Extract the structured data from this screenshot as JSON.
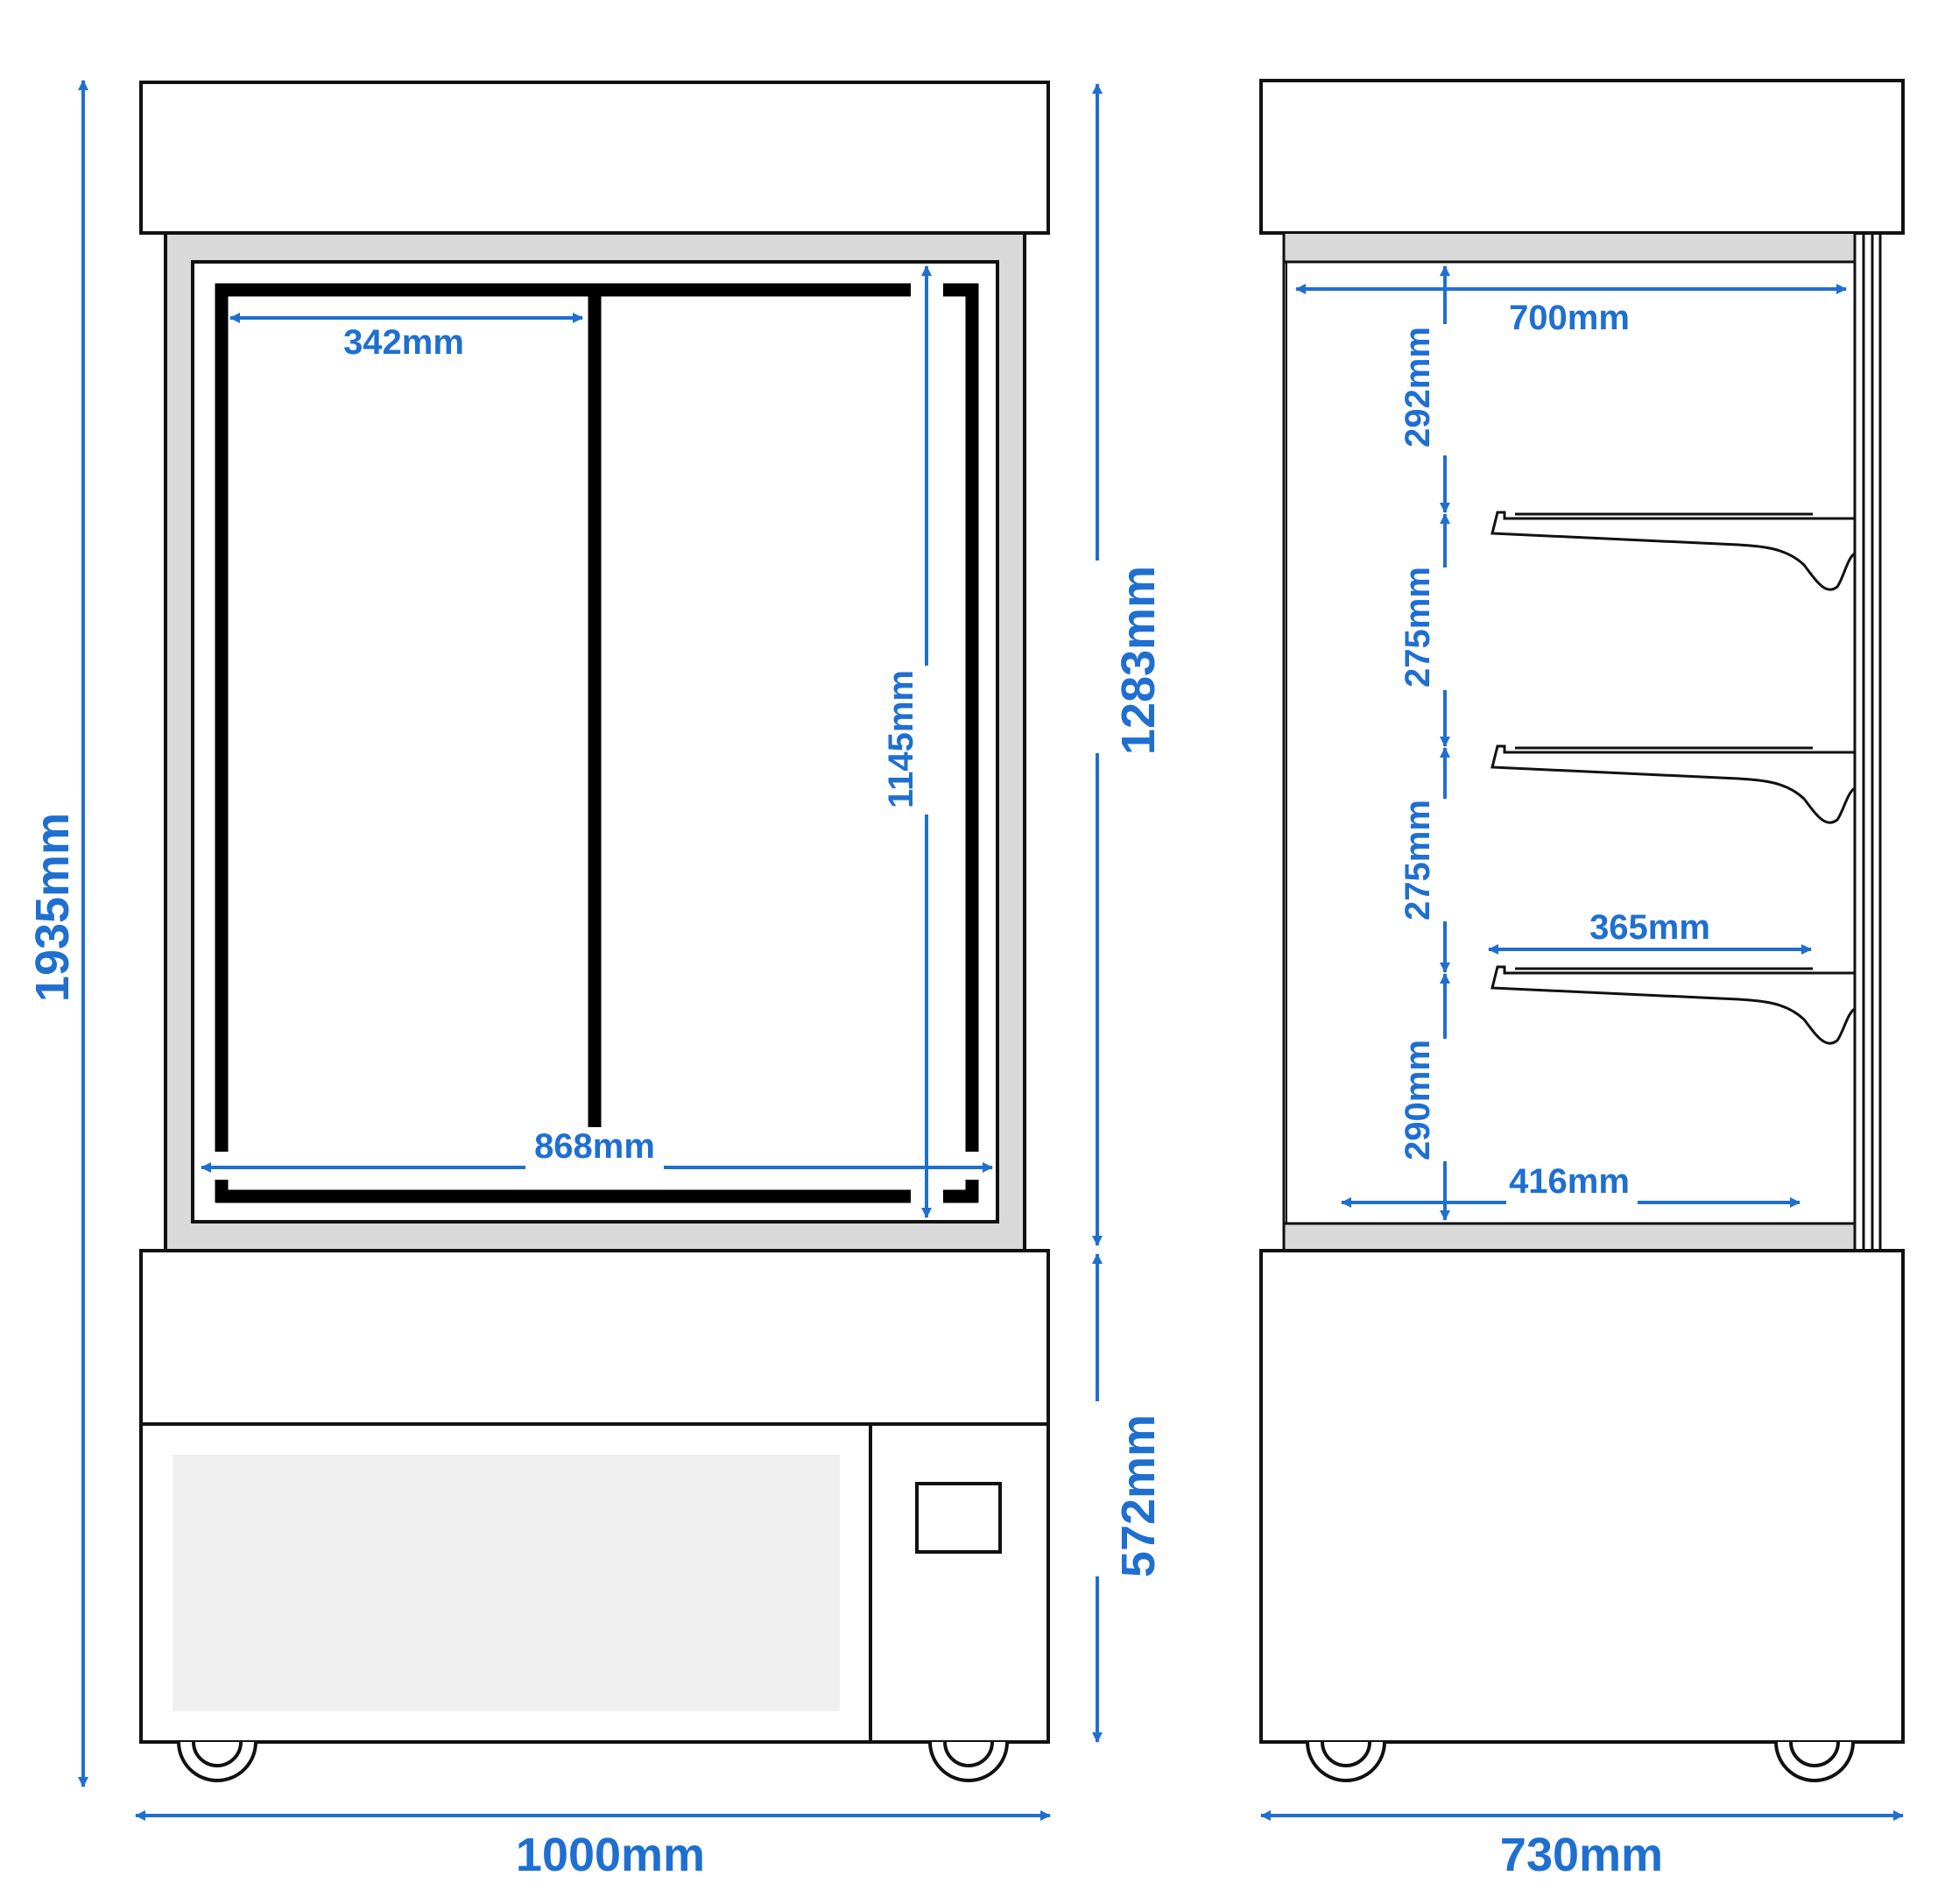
{
  "colors": {
    "dimension": "#1f6fd1",
    "outline": "#111111",
    "frame_fill": "#d9d9d9",
    "panel_fill": "#efefef",
    "background": "#ffffff"
  },
  "front_view": {
    "overall_height": "1935mm",
    "overall_width": "1000mm",
    "display_height": "1283mm",
    "base_height": "572mm",
    "door_width": "342mm",
    "interior_width": "868mm",
    "interior_height": "1145mm"
  },
  "side_view": {
    "overall_depth": "730mm",
    "interior_depth_top": "700mm",
    "interior_depth_bottom": "416mm",
    "shelf_depth": "365mm",
    "gap_top": "292mm",
    "gap_2": "275mm",
    "gap_3": "275mm",
    "gap_bottom": "290mm"
  }
}
